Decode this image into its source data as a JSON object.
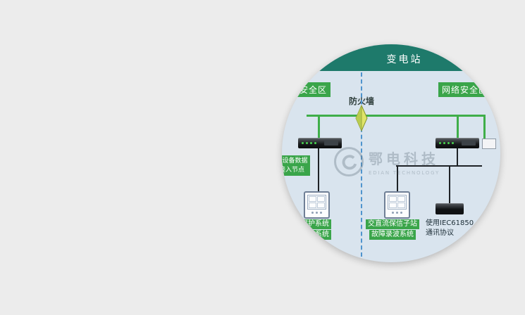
{
  "window": {
    "background": "#ececec"
  },
  "diagram": {
    "title": "变电站",
    "zone_left": "网络安全区",
    "zone_right": "网络安全区",
    "firewall_label": "防火墙",
    "access_node": {
      "line1": "主设备数据",
      "line2": "接入节点"
    },
    "device_labels": {
      "left": {
        "line1": "保护系统",
        "line2": "录波系统"
      },
      "middle": {
        "line1": "交直流保信子站",
        "line2": "故障录波系统"
      },
      "right": {
        "line1": "使用IEC61850",
        "line2": "通讯协议"
      }
    },
    "watermark": {
      "name": "鄂电科技",
      "tagline": "EDIAN TECHNOLOGY"
    },
    "colors": {
      "header": "#1e7a6b",
      "zone_label_bg": "#3aa54a",
      "bus_green": "#3fae49",
      "boundary_dashed": "#4f94cd",
      "diagram_bg": "#d9e4ee"
    }
  }
}
